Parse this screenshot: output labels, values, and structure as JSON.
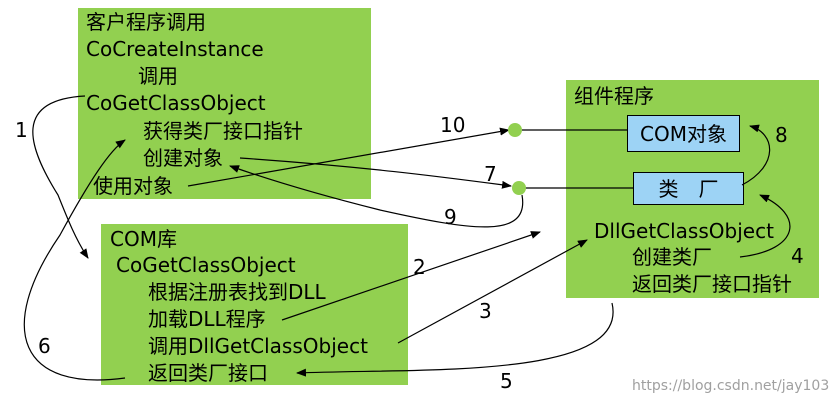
{
  "client_box": {
    "line1": "客户程序调用",
    "line2": "CoCreateInstance",
    "line3": "调用",
    "line4": "CoGetClassObject",
    "line5": "获得类厂接口指针",
    "line6": "创建对象",
    "line7": "使用对象"
  },
  "com_lib_box": {
    "line1": "COM库",
    "line2": "CoGetClassObject",
    "line3": "根据注册表找到DLL",
    "line4": "加载DLL程序",
    "line5": "调用DllGetClassObject",
    "line6": "返回类厂接口"
  },
  "component_box": {
    "title": "组件程序",
    "com_object": "COM对象",
    "class_factory": "类　厂",
    "line1": "DllGetClassObject",
    "line2": "创建类厂",
    "line3": "返回类厂接口指针"
  },
  "step_numbers": [
    "1",
    "2",
    "3",
    "4",
    "5",
    "6",
    "7",
    "8",
    "9",
    "10"
  ],
  "watermark": "https://blog.csdn.net/jay103",
  "colors": {
    "box_green": "#92d050",
    "inner_blue": "#9dd3f5",
    "connector_dot": "#92d050"
  }
}
